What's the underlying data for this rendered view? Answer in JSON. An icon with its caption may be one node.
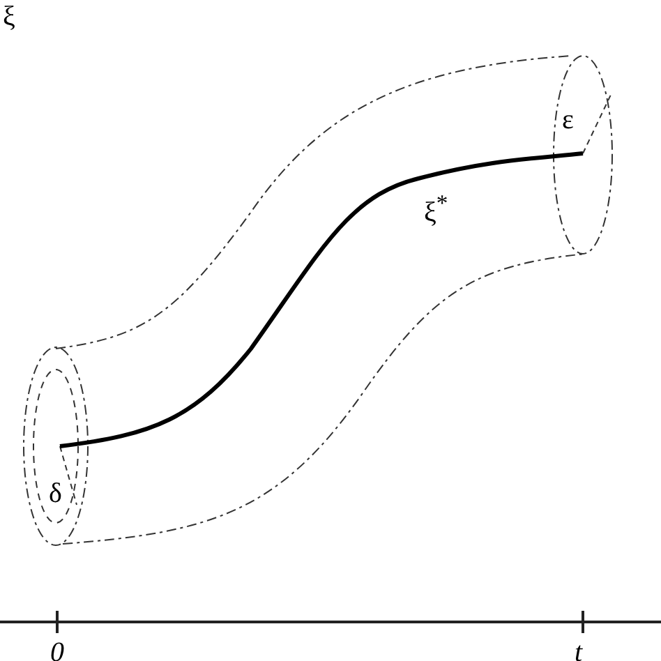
{
  "diagram": {
    "labels": [
      "ξ",
      "ξ$^{*}$",
      "ε",
      "δ",
      "0",
      "t"
    ]
  }
}
